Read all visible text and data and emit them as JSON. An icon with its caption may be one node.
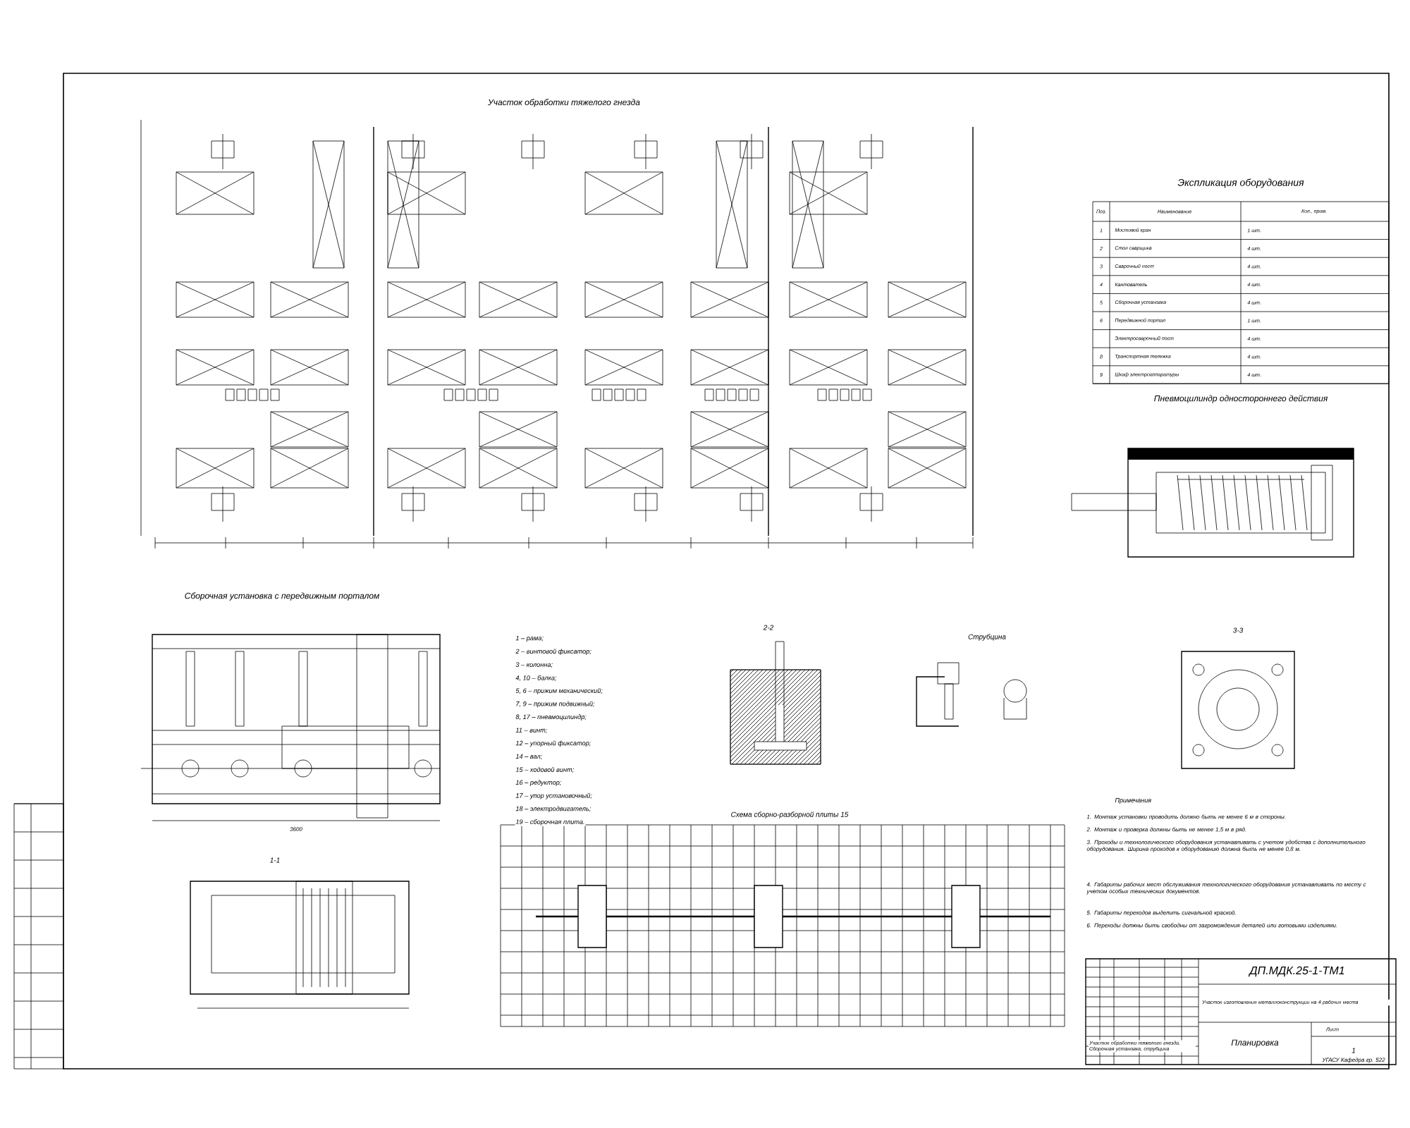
{
  "diagram": {
    "labels": [
      "Участок обработки тяжелого гнезда",
      "Экспликация оборудования",
      "Поз.",
      "Наименование",
      "Кол., прим.",
      "1",
      "Мостовой кран",
      "1 шт.",
      "2",
      "Стол сварщика",
      "4 шт.",
      "3",
      "Сварочный пост",
      "4 шт.",
      "4",
      "Кантователь",
      "4 шт.",
      "5",
      "Сборочная установка",
      "4 шт.",
      "6",
      "Передвижной портал",
      "1 шт.",
      "Электросварочный пост",
      "4 шт.",
      "8",
      "Транспортная тележка",
      "4 шт.",
      "9",
      "Шкаф электроаппаратуры",
      "4 шт.",
      "Пневмоцилиндр одностороннего действия",
      "Сборочная установка с передвижным порталом",
      "1 – рама;",
      "2 – винтовой фиксатор;",
      "3 – колонна;",
      "4, 10 – балка;",
      "5, 6 – прижим механический;",
      "7, 9 – прижим подвижный;",
      "8, 17 – пневмоцилиндр;",
      "11 – винт;",
      "12 – упорный фиксатор;",
      "14 – вал;",
      "15 – ходовой винт;",
      "16 – редуктор;",
      "17 – упор установочный;",
      "18 – электродвигатель;",
      "19 – сборочная плита.",
      "2-2",
      "Струбцина",
      "3-3",
      "1-1",
      "3600",
      "Схема сборно-разборной плиты 15",
      "Примечания",
      "1. Монтаж установки проводить должно быть не менее 6 м в стороны.",
      "2. Монтаж и проверка должны быть не менее 1,5 м в ряд.",
      "3. Проходы и технологического оборудования устанавливать с учетом удобства с дополнительного оборудования. Ширина проходов к оборудованию должна быть не менее 0,8 м.",
      "4. Габариты рабочих мест обслуживания технологического оборудования устанавливать по месту с учетом особых технических документов.",
      "5. Габариты переходов выделить сигнальной краской.",
      "6. Переходы должны быть свободны от загромождения деталей или готовыми изделиями.",
      "ДП.МДК.25-1-ТМ1",
      "Участок изготовления металлоконструкции на 4 рабочих места",
      "Планировка",
      "Участок обработки тяжелого гнезда. Сборочная установка, струбцина",
      "Лист",
      "1",
      "УГАСУ Кафедра гр. 522"
    ]
  }
}
